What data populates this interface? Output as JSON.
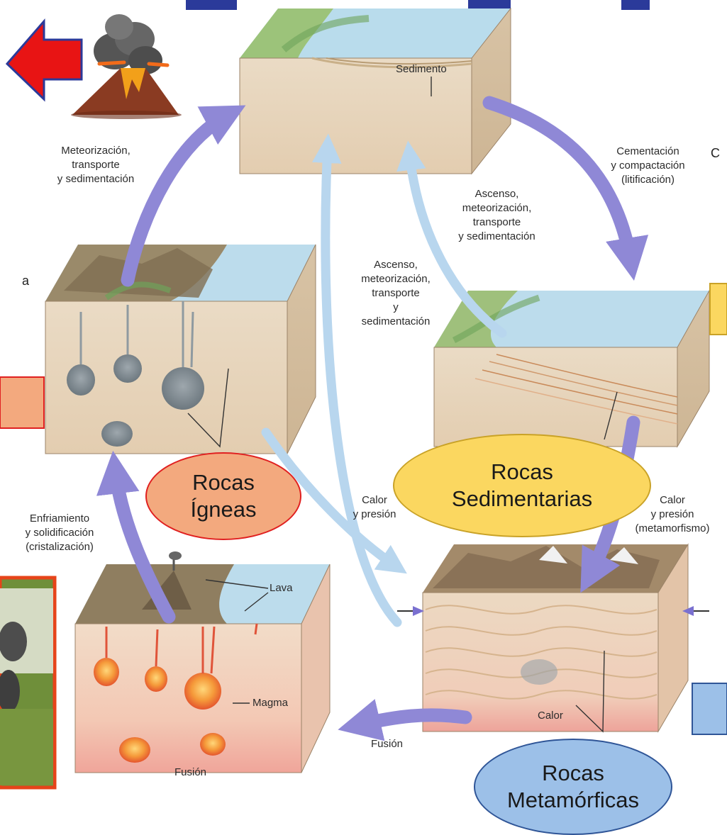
{
  "labels": {
    "sedimento": "Sedimento",
    "meteorizacion_top_l1": "Meteorización,",
    "meteorizacion_top_l2": "transporte",
    "meteorizacion_top_l3": "y sedimentación",
    "cementacion_l1": "Cementación",
    "cementacion_l2": "y compactación",
    "cementacion_l3": "(litificación)",
    "ascenso1_l1": "Ascenso,",
    "ascenso1_l2": "meteorización,",
    "ascenso1_l3": "transporte",
    "ascenso1_l4": "y sedimentación",
    "ascenso2_l1": "Ascenso,",
    "ascenso2_l2": "meteorización,",
    "ascenso2_l3": "transporte",
    "ascenso2_l4": "y",
    "ascenso2_l5": "sedimentación",
    "calor_presion_mid_l1": "Calor",
    "calor_presion_mid_l2": "y presión",
    "calor_presion_right_l1": "Calor",
    "calor_presion_right_l2": "y presión",
    "calor_presion_right_l3": "(metamorfismo)",
    "enfriamiento_l1": "Enfriamiento",
    "enfriamiento_l2": "y solidificación",
    "enfriamiento_l3": "(cristalización)",
    "lava": "Lava",
    "magma": "Magma",
    "fusion_block": "Fusión",
    "fusion_arrow": "Fusión",
    "calor_block": "Calor"
  },
  "ovals": {
    "igneas_l1": "Rocas",
    "igneas_l2": "Ígneas",
    "sedimentarias_l1": "Rocas",
    "sedimentarias_l2": "Sedimentarias",
    "metamorficas_l1": "Rocas",
    "metamorficas_l2": "Metamórficas"
  },
  "edge_fragments": {
    "right_c": "C",
    "left_a": "a"
  },
  "colors": {
    "purple_arrow": "#8f88d6",
    "light_blue_arrow": "#b8d6ee",
    "igneas_fill": "#f3a97e",
    "igneas_border": "#e02020",
    "sedimentarias_fill": "#fbd760",
    "sedimentarias_border": "#c9a227",
    "metamorficas_fill": "#9cc0e8",
    "metamorficas_border": "#2f5597",
    "title_blue": "#2b3a9a",
    "red_arrow": "#e81414"
  }
}
